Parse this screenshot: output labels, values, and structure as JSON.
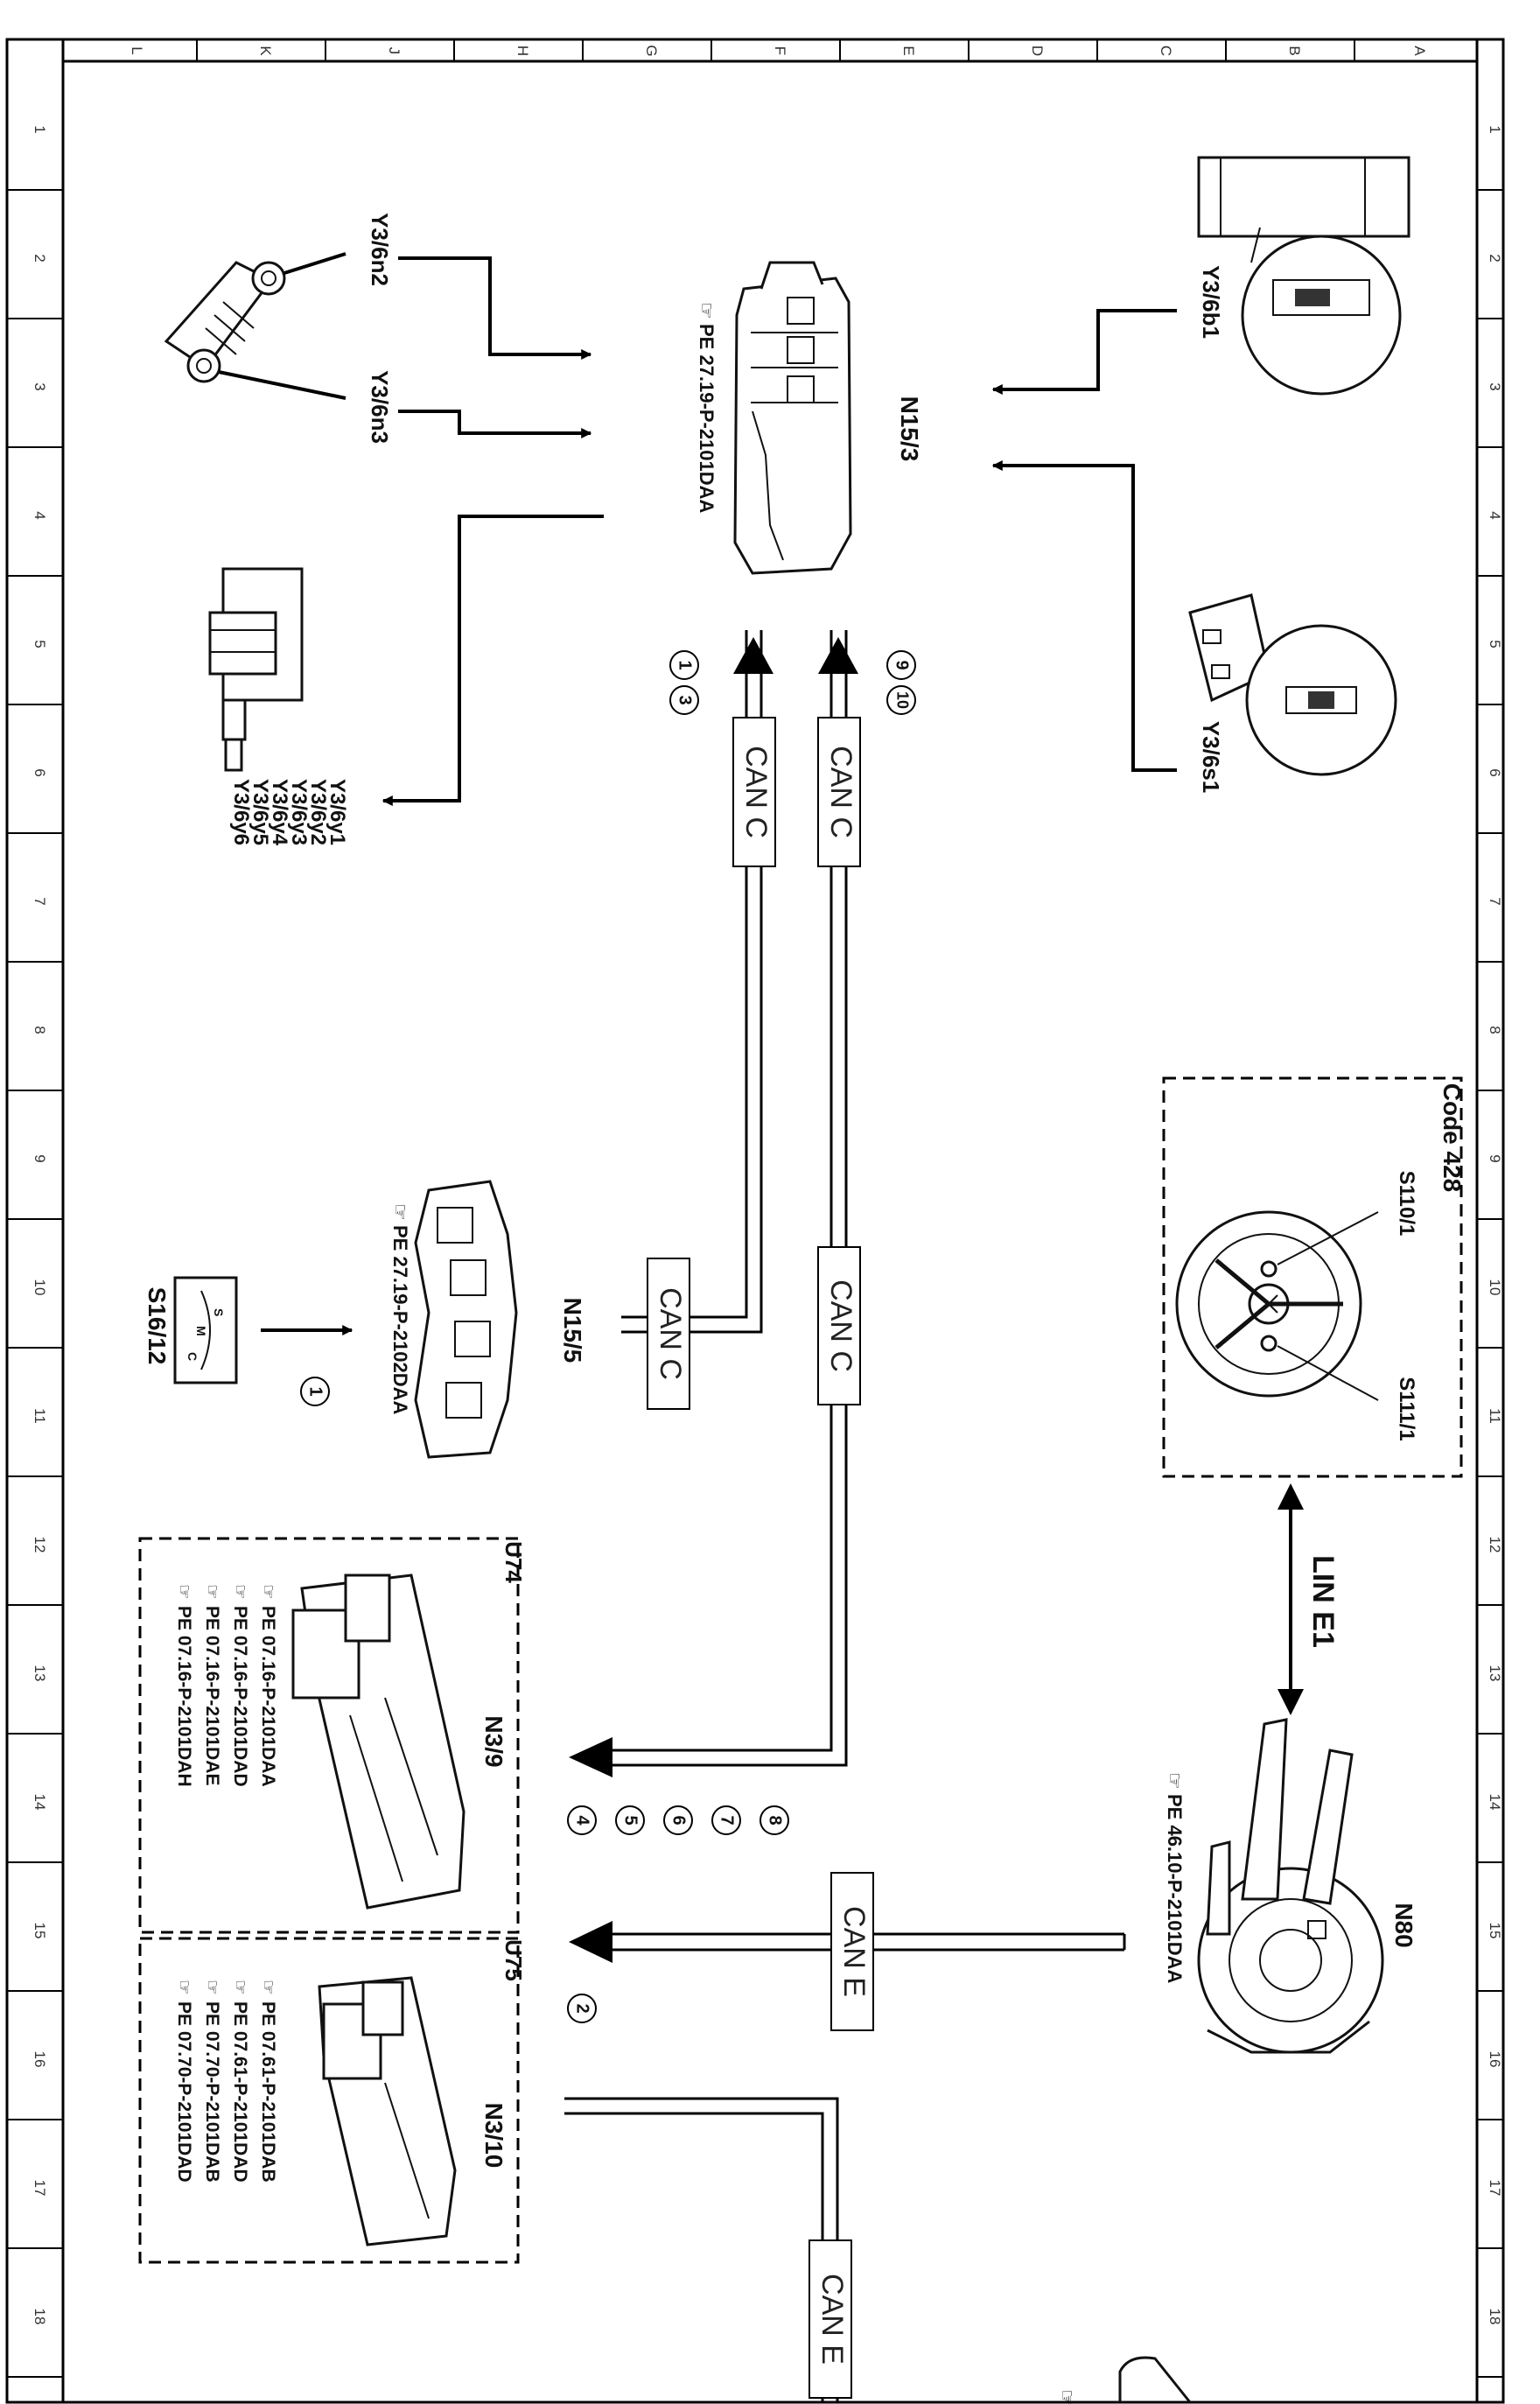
{
  "grid": {
    "columns": [
      "A",
      "B",
      "C",
      "D",
      "E",
      "F",
      "G",
      "H",
      "J",
      "K",
      "L"
    ],
    "rows": [
      "1",
      "2",
      "3",
      "4",
      "5",
      "6",
      "7",
      "8",
      "9",
      "10",
      "11",
      "12",
      "13",
      "14",
      "15",
      "16",
      "17",
      "18"
    ]
  },
  "components": {
    "n15_3": {
      "label": "N15/3",
      "ref": "PE 27.19-P-2101DAA"
    },
    "y3_6n2": {
      "label": "Y3/6n2"
    },
    "y3_6n3": {
      "label": "Y3/6n3"
    },
    "y3_6y": {
      "labels": [
        "Y3/6y1",
        "Y3/6y2",
        "Y3/6y3",
        "Y3/6y4",
        "Y3/6y5",
        "Y3/6y6"
      ]
    },
    "y3_6b1": {
      "label": "Y3/6b1"
    },
    "y3_6s1": {
      "label": "Y3/6s1"
    },
    "n15_5": {
      "label": "N15/5",
      "ref": "PE 27.19-P-2102DAA"
    },
    "s16_12": {
      "label": "S16/12",
      "letters": [
        "S",
        "M",
        "C"
      ]
    },
    "steering": {
      "code": "Code 428",
      "left": "S110/1",
      "right": "S111/1"
    },
    "n80": {
      "label": "N80",
      "ref": "PE 46.10-P-2101DAA"
    },
    "u74": {
      "code": "U74",
      "label": "N3/9",
      "refs": [
        "PE 07.16-P-2101DAA",
        "PE 07.16-P-2101DAD",
        "PE 07.16-P-2101DAE",
        "PE 07.16-P-2101DAH"
      ]
    },
    "u75": {
      "code": "U75",
      "label": "N3/10",
      "refs": [
        "PE 07.61-P-2101DAB",
        "PE 07.61-P-2101DAD",
        "PE 07.70-P-2101DAB",
        "PE 07.70-P-2101DAD"
      ]
    }
  },
  "buses": {
    "can_c": "CAN C",
    "can_e": "CAN E",
    "lin_e1": "LIN E1"
  },
  "footnotes": {
    "group_a": [
      "1",
      "3"
    ],
    "group_b": [
      "9",
      "10"
    ],
    "s16": [
      "1"
    ],
    "n39": [
      "4",
      "5",
      "6",
      "7",
      "8"
    ],
    "n80": [
      "2"
    ]
  }
}
